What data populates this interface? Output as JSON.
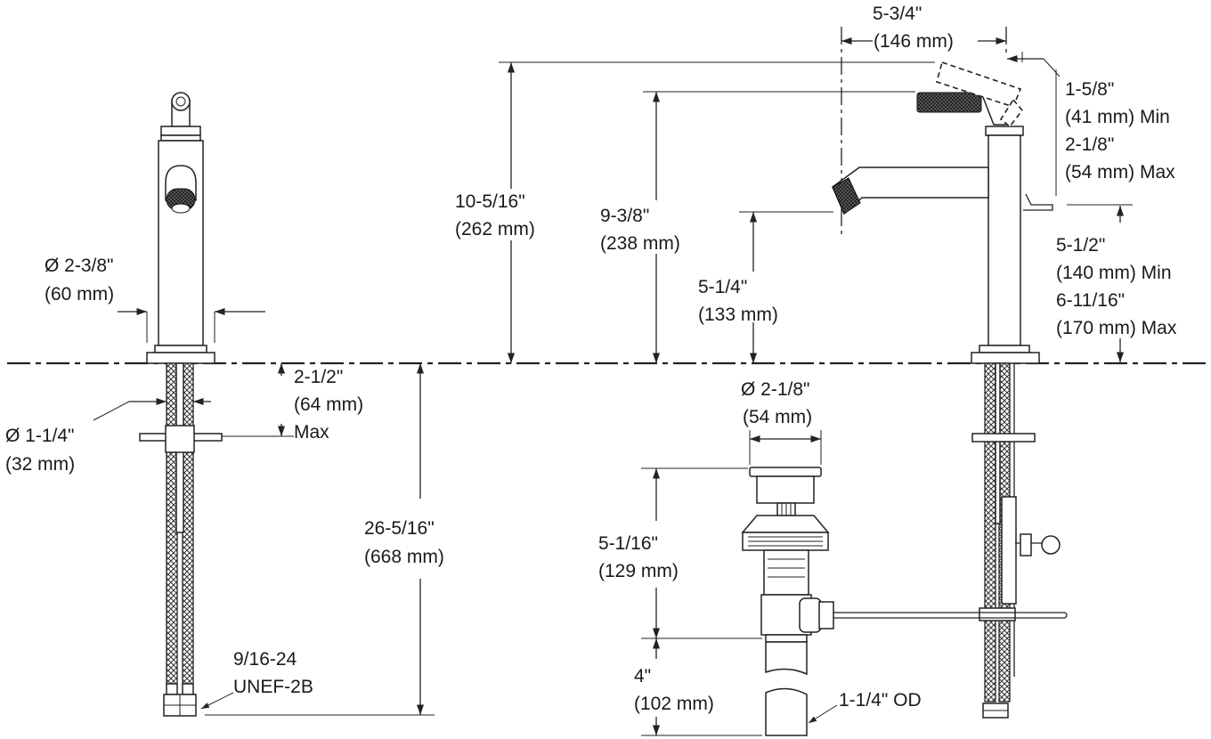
{
  "dims": {
    "spout_dia": {
      "line1": "Ø 2-3/8\"",
      "line2": "(60 mm)"
    },
    "shank_dia": {
      "line1": "Ø 1-1/4\"",
      "line2": "(32 mm)"
    },
    "deck_thickness": {
      "line1": "2-1/2\"",
      "line2": "(64 mm)",
      "line3": "Max"
    },
    "supply_length": {
      "line1": "26-5/16\"",
      "line2": "(668 mm)"
    },
    "thread": {
      "line1": "9/16-24",
      "line2": "UNEF-2B"
    },
    "overall_height": {
      "line1": "10-5/16\"",
      "line2": "(262 mm)"
    },
    "handle_height": {
      "line1": "9-3/8\"",
      "line2": "(238 mm)"
    },
    "spout_height": {
      "line1": "5-1/4\"",
      "line2": "(133 mm)"
    },
    "spout_reach": {
      "line1": "5-3/4\"",
      "line2": "(146 mm)"
    },
    "handle_clearance": {
      "line1": "1-5/8\"",
      "line2": "(41 mm) Min",
      "line3": "2-1/8\"",
      "line4": "(54 mm) Max"
    },
    "lift_rod_height": {
      "line1": "5-1/2\"",
      "line2": "(140 mm) Min",
      "line3": "6-11/16\"",
      "line4": "(170 mm) Max"
    },
    "drain_dia": {
      "line1": "Ø 2-1/8\"",
      "line2": "(54 mm)"
    },
    "drain_height": {
      "line1": "5-1/16\"",
      "line2": "(129 mm)"
    },
    "tailpiece_length": {
      "line1": "4\"",
      "line2": "(102 mm)"
    },
    "tailpiece_od": {
      "line1": "1-1/4\" OD"
    }
  }
}
